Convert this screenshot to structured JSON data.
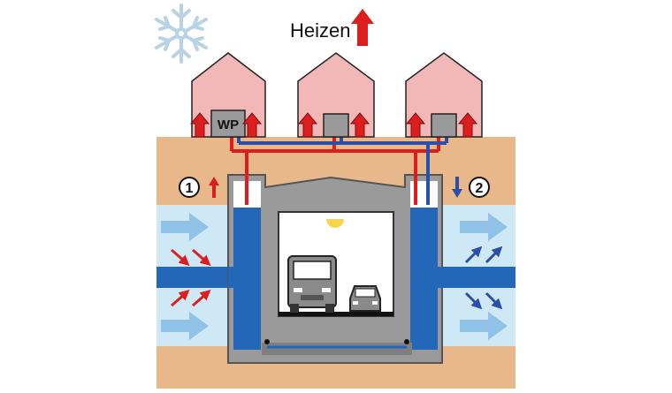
{
  "title": {
    "text": "Heizen"
  },
  "wp_label": "WP",
  "markers": {
    "left": "1",
    "right": "2"
  },
  "colors": {
    "house_fill": "#f2b7b7",
    "house_stroke": "#222222",
    "soil": "#e8b88a",
    "groundwater": "#cfe8f6",
    "aquifer": "#2267b8",
    "flow_arrow": "#8fc2e6",
    "warm": "#dd1e1e",
    "cold": "#2a4faa",
    "concrete": "#9a9a9a",
    "concrete_dark": "#555555",
    "tunnel_inside": "#ffffff",
    "lamp": "#f7d548",
    "vehicle": "#8a8a8a",
    "snowflake": "#b8d3e6"
  },
  "icons": {
    "snowflake": "snowflake-icon",
    "heating_arrow": "arrow-up-icon",
    "heat_pump": "heat-pump-box"
  }
}
